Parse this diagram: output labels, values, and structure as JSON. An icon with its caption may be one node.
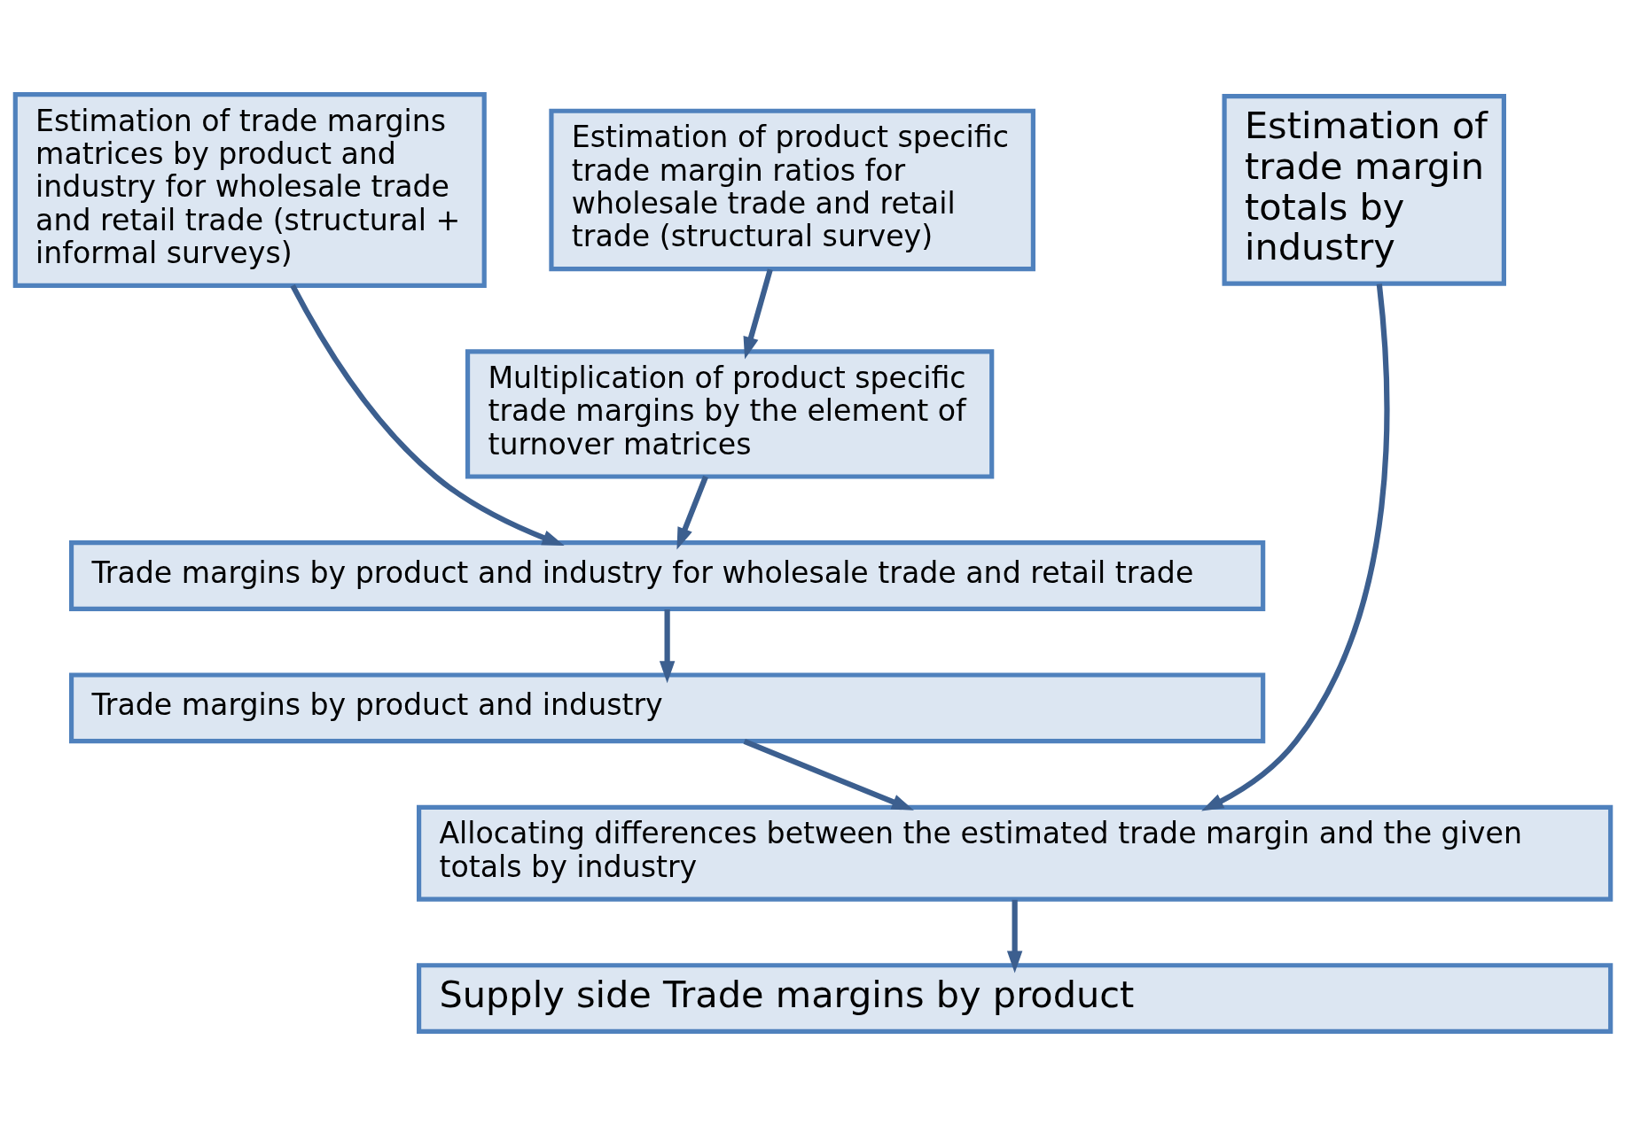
{
  "diagram": {
    "nodes": [
      {
        "text": [
          "Estimation of trade margins matrices by product and industry for wholesale trade and retail trade (structural + informal surveys)"
        ]
      },
      {
        "text": [
          "Estimation of product specific trade margin ratios for wholesale trade and retail trade (structural survey)"
        ]
      },
      {
        "text": [
          "Estimation of trade margin totals by industry"
        ]
      },
      {
        "text": [
          "Multiplication of product specific trade margins by the element of turnover matrices"
        ]
      },
      {
        "text": [
          "Trade margins by product and industry for wholesale trade and retail trade"
        ]
      },
      {
        "text": [
          "Trade margins by product and industry"
        ]
      },
      {
        "text": [
          "Allocating differences between the estimated trade margin and the given totals by industry"
        ]
      },
      {
        "text": [
          "Supply side Trade margins by product"
        ]
      }
    ],
    "edges": [
      {
        "from": 0,
        "to": 4,
        "arrow": "to"
      },
      {
        "from": 1,
        "to": 3,
        "arrow": "to"
      },
      {
        "from": 3,
        "to": 4,
        "arrow": "to"
      },
      {
        "from": 4,
        "to": 5,
        "arrow": "to"
      },
      {
        "from": 5,
        "to": 6,
        "arrow": "to"
      },
      {
        "from": 2,
        "to": 6,
        "arrow": "to"
      },
      {
        "from": 6,
        "to": 7,
        "arrow": "to"
      }
    ]
  }
}
